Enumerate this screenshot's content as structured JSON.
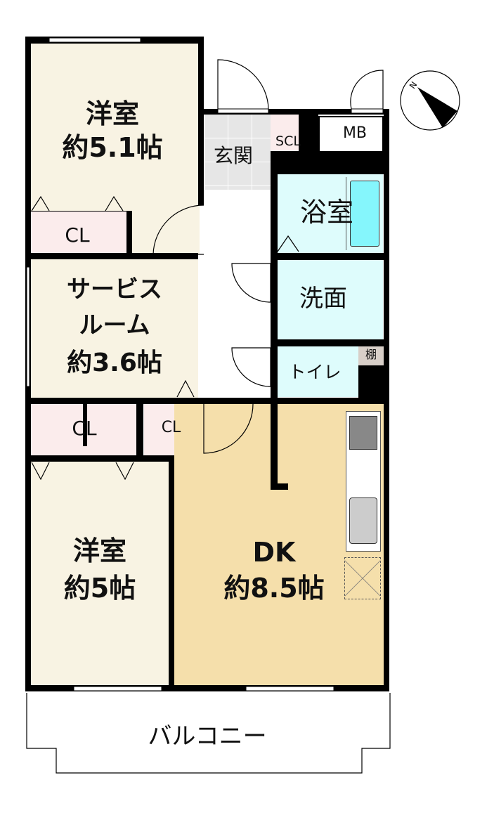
{
  "rooms": {
    "western1": {
      "name": "洋室",
      "size": "約5.1帖"
    },
    "service": {
      "name1": "サービス",
      "name2": "ルーム",
      "size": "約3.6帖"
    },
    "western2": {
      "name": "洋室",
      "size": "約5帖"
    },
    "dk": {
      "name": "DK",
      "size": "約8.5帖"
    },
    "genkan": "玄関",
    "scl": "SCL",
    "mb": "MB",
    "bath": "浴室",
    "wash": "洗面",
    "toilet": "トイレ",
    "shelf": "棚",
    "cl1": "CL",
    "cl2": "CL",
    "cl3": "CL",
    "balcony": "バルコニー"
  },
  "compass": {
    "label": "N"
  },
  "colors": {
    "room": "#f8f3e3",
    "dk": "#f5dfab",
    "closet": "#fbecec",
    "wet": "#defcfc",
    "genkan": "#e6e6e6",
    "wall": "#000000"
  }
}
